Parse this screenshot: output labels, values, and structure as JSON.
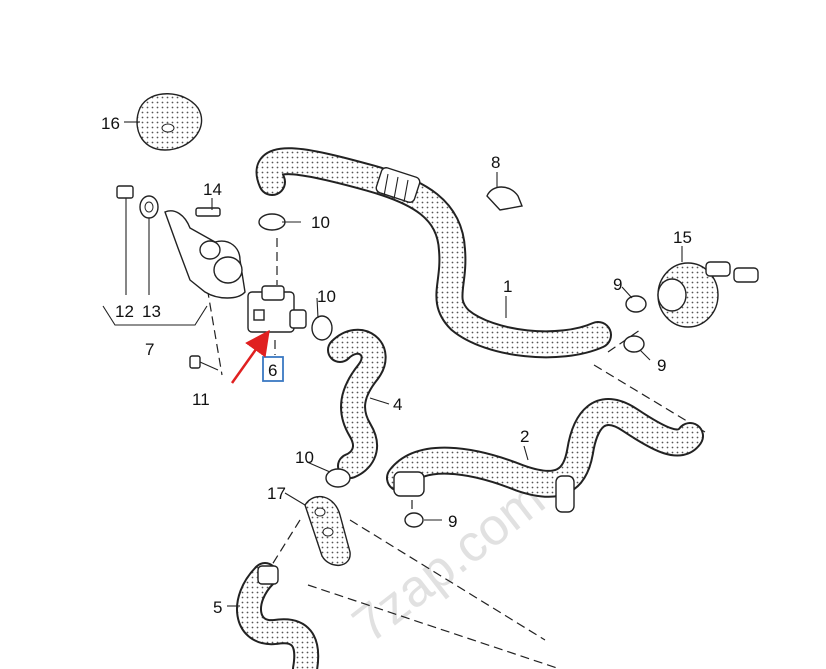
{
  "callouts": {
    "c1": "1",
    "c2": "2",
    "c4": "4",
    "c5": "5",
    "c6": "6",
    "c7": "7",
    "c8": "8",
    "c9a": "9",
    "c9b": "9",
    "c9c": "9",
    "c10a": "10",
    "c10b": "10",
    "c10c": "10",
    "c11": "11",
    "c12": "12",
    "c13": "13",
    "c14": "14",
    "c15": "15",
    "c16": "16",
    "c17": "17"
  },
  "highlight": {
    "part_number": "6",
    "box_color": "#3a78c2",
    "arrow_color": "#e02020"
  },
  "watermark": "7zap.com",
  "colors": {
    "line": "#222222",
    "hose_dots": "#555555",
    "background": "#ffffff"
  }
}
